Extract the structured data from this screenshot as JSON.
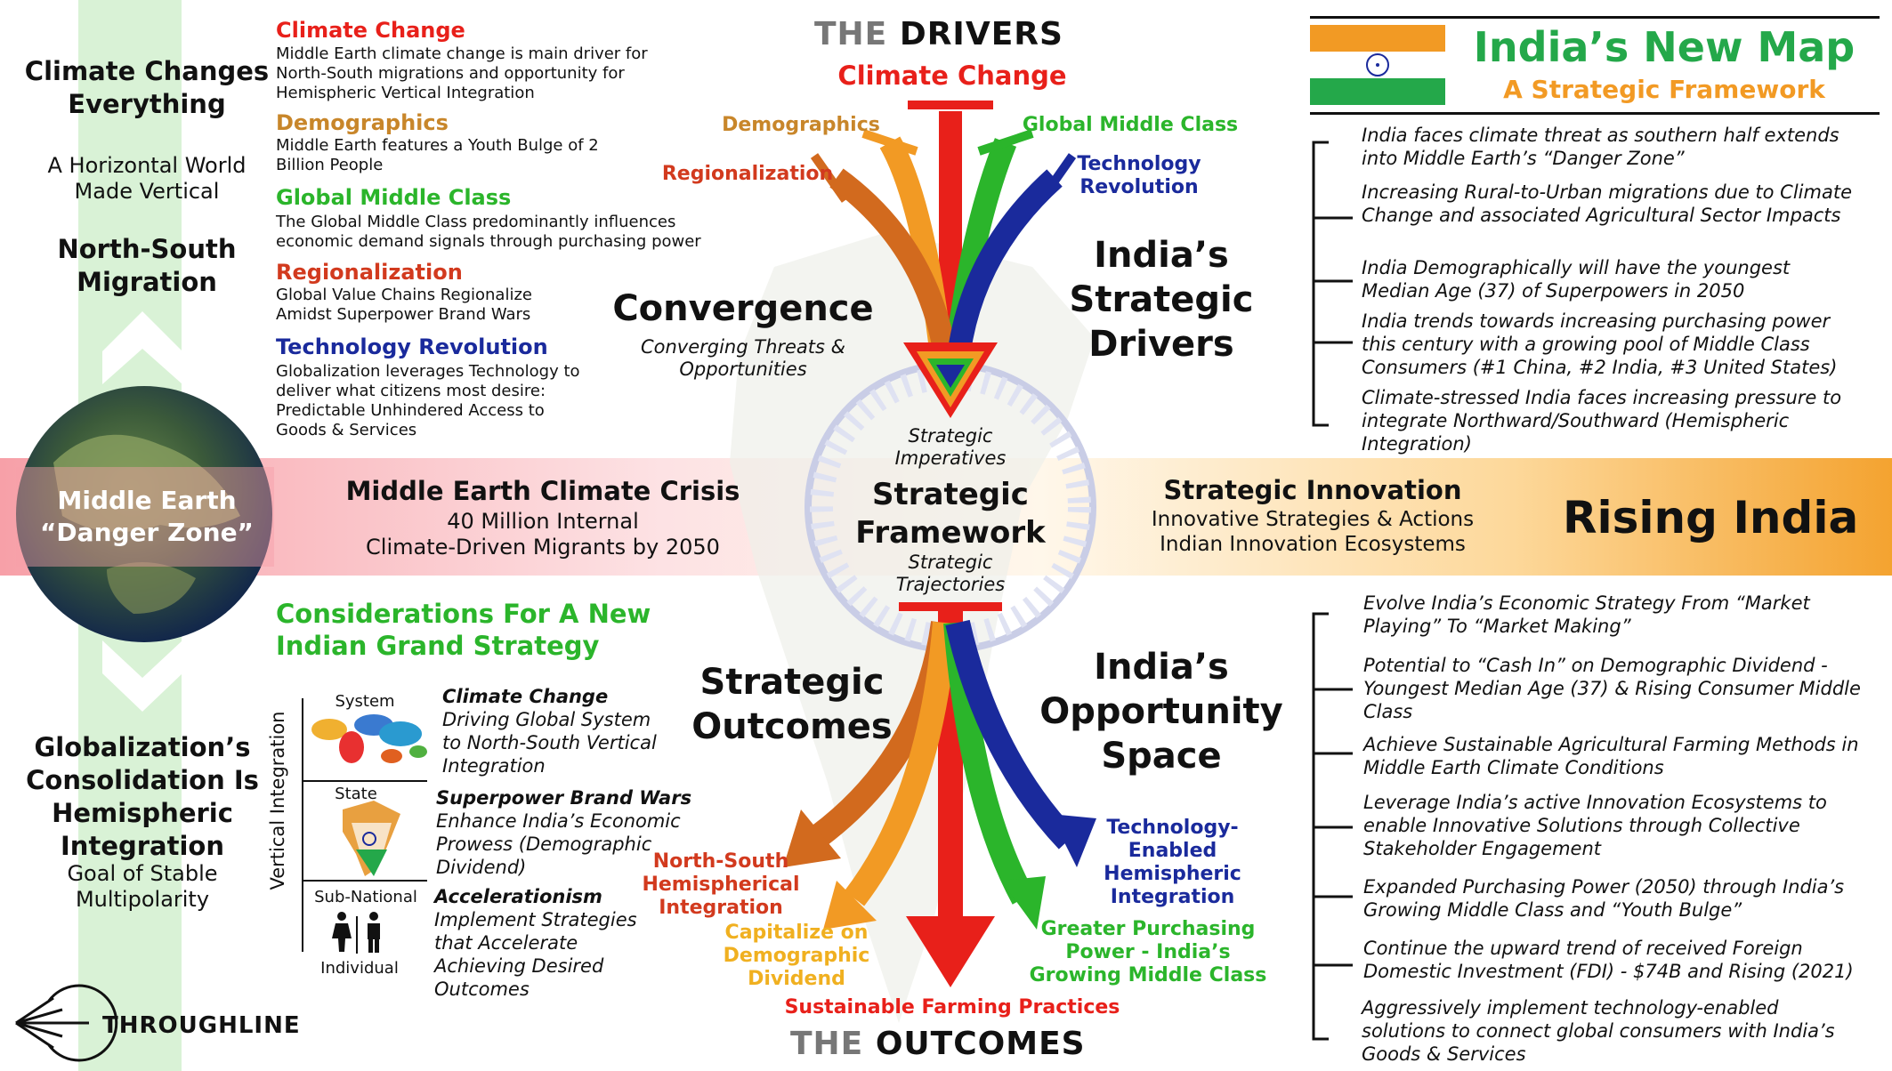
{
  "colors": {
    "climate": "#e8201a",
    "demographics": "#c8862a",
    "global_middle_class": "#2bb52b",
    "regionalization": "#d23a1e",
    "technology": "#1a2a9c",
    "india_green": "#24a84a",
    "india_orange": "#f29a24"
  },
  "left": {
    "climate_title": "Climate Changes Everything",
    "climate_sub": "A Horizontal World Made Vertical",
    "migration": "North-South Migration",
    "danger_zone": "Middle Earth “Danger Zone”",
    "globalization": "Globalization’s Consolidation Is Hemispheric Integration",
    "goal": "Goal of Stable Multipolarity"
  },
  "drivers": [
    {
      "title": "Climate Change",
      "desc": "Middle Earth climate change is main driver for North-South migrations and opportunity for Hemispheric Vertical Integration"
    },
    {
      "title": "Demographics",
      "desc": "Middle Earth features a Youth Bulge of 2 Billion People"
    },
    {
      "title": "Global Middle Class",
      "desc": "The Global Middle Class predominantly influences economic demand signals through purchasing power"
    },
    {
      "title": "Regionalization",
      "desc": "Global Value Chains Regionalize Amidst Superpower Brand Wars"
    },
    {
      "title": "Technology Revolution",
      "desc": "Globalization leverages Technology to deliver what citizens most desire: Predictable Unhindered Access to Goods & Services"
    }
  ],
  "center": {
    "the": "THE",
    "drivers_word": "DRIVERS",
    "outcomes_word": "OUTCOMES",
    "top_arrow_labels": {
      "climate": "Climate Change",
      "demographics": "Demographics",
      "global_middle_class": "Global Middle Class",
      "regionalization": "Regionalization",
      "technology": "Technology Revolution"
    },
    "convergence": "Convergence",
    "convergence_sub": "Converging Threats & Opportunities",
    "strategic_drivers": "India’s Strategic Drivers",
    "imperatives": "Strategic Imperatives",
    "framework": "Strategic Framework",
    "trajectories": "Strategic Trajectories",
    "crisis_title": "Middle Earth Climate Crisis",
    "crisis_sub1": "40 Million Internal",
    "crisis_sub2": "Climate-Driven Migrants by 2050",
    "innovation_title": "Strategic Innovation",
    "innovation_sub1": "Innovative Strategies & Actions",
    "innovation_sub2": "Indian Innovation Ecosystems",
    "rising": "Rising India",
    "outcomes": "Strategic Outcomes",
    "opportunity": "India’s Opportunity Space",
    "bottom_arrow_labels": {
      "north_south": "North-South Hemispherical Integration",
      "demographic": "Capitalize on Demographic Dividend",
      "farming": "Sustainable Farming Practices",
      "purchasing": "Greater Purchasing Power - India’s Growing Middle Class",
      "tech": "Technology-Enabled Hemispheric Integration"
    }
  },
  "considerations": {
    "title": "Considerations For A New Indian Grand Strategy",
    "axis_label": "Vertical Integration",
    "levels": [
      "System",
      "State",
      "Sub-National",
      "Individual"
    ],
    "items": [
      {
        "bold": "Climate Change",
        "rest": "Driving Global System to North-South Vertical Integration"
      },
      {
        "bold": "Superpower Brand Wars",
        "rest": "Enhance India’s Economic Prowess (Demographic Dividend)"
      },
      {
        "bold": "Accelerationism",
        "rest": "Implement Strategies that Accelerate Achieving Desired Outcomes"
      }
    ]
  },
  "header": {
    "title": "India’s New Map",
    "subtitle": "A Strategic Framework"
  },
  "right_top": [
    "India faces climate threat as southern half extends into Middle Earth’s “Danger Zone”",
    "Increasing Rural-to-Urban migrations due to Climate Change and associated Agricultural Sector Impacts",
    "India Demographically will have the youngest Median Age (37) of Superpowers in 2050",
    "India trends towards increasing purchasing power this century with a growing pool of Middle Class Consumers (#1 China, #2 India, #3 United States)",
    "Climate-stressed India faces increasing pressure to integrate Northward/Southward (Hemispheric Integration)"
  ],
  "right_bottom": [
    "Evolve India’s Economic Strategy From “Market Playing” To “Market Making”",
    "Potential to “Cash In” on Demographic Dividend - Youngest Median Age (37) & Rising Consumer Middle Class",
    "Achieve Sustainable Agricultural Farming Methods in Middle Earth Climate Conditions",
    "Leverage India’s active Innovation Ecosystems to enable Innovative Solutions through Collective Stakeholder Engagement",
    "Expanded Purchasing Power (2050) through India’s Growing Middle Class and “Youth Bulge”",
    "Continue the upward trend of received Foreign Domestic Investment (FDI) - $74B and Rising (2021)",
    "Aggressively implement technology-enabled solutions to connect global consumers with India’s Goods & Services"
  ],
  "logo": {
    "text": "THROUGHLINE"
  }
}
